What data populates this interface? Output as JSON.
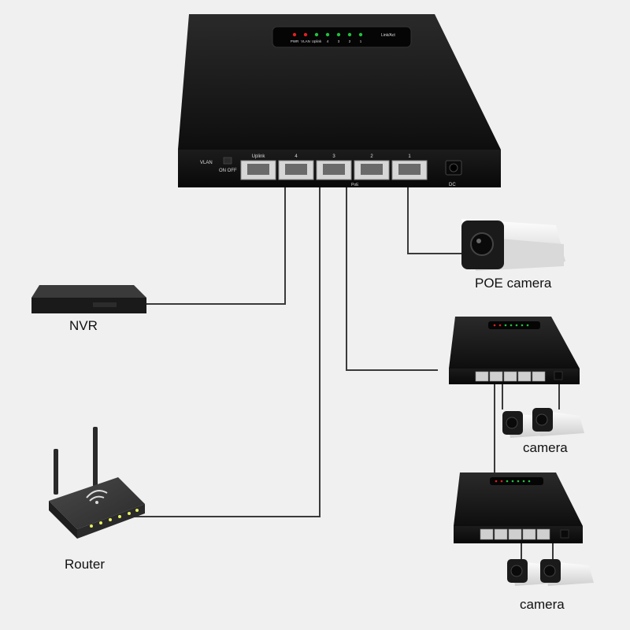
{
  "labels": {
    "nvr": "NVR",
    "router": "Router",
    "poe_camera": "POE camera",
    "camera_1": "camera",
    "camera_2": "camera"
  },
  "main_switch": {
    "leds": [
      {
        "label": "PWR",
        "color": "#e02020"
      },
      {
        "label": "VLAN",
        "color": "#e02020"
      },
      {
        "label": "Uplink",
        "color": "#22c040"
      },
      {
        "label": "4",
        "color": "#22c040"
      },
      {
        "label": "3",
        "color": "#22c040"
      },
      {
        "label": "2",
        "color": "#22c040"
      },
      {
        "label": "1",
        "color": "#22c040"
      }
    ],
    "led_caption": "Link/Act",
    "ports": [
      "Uplink",
      "4",
      "3",
      "2",
      "1"
    ],
    "vlan_label": "VLAN",
    "switch_label": "ON OFF",
    "poe_label": "PoE",
    "dc_label": "DC"
  },
  "colors": {
    "cable": "#3a3a3a",
    "switch_body": "#141414",
    "background": "#f0f0f0"
  }
}
